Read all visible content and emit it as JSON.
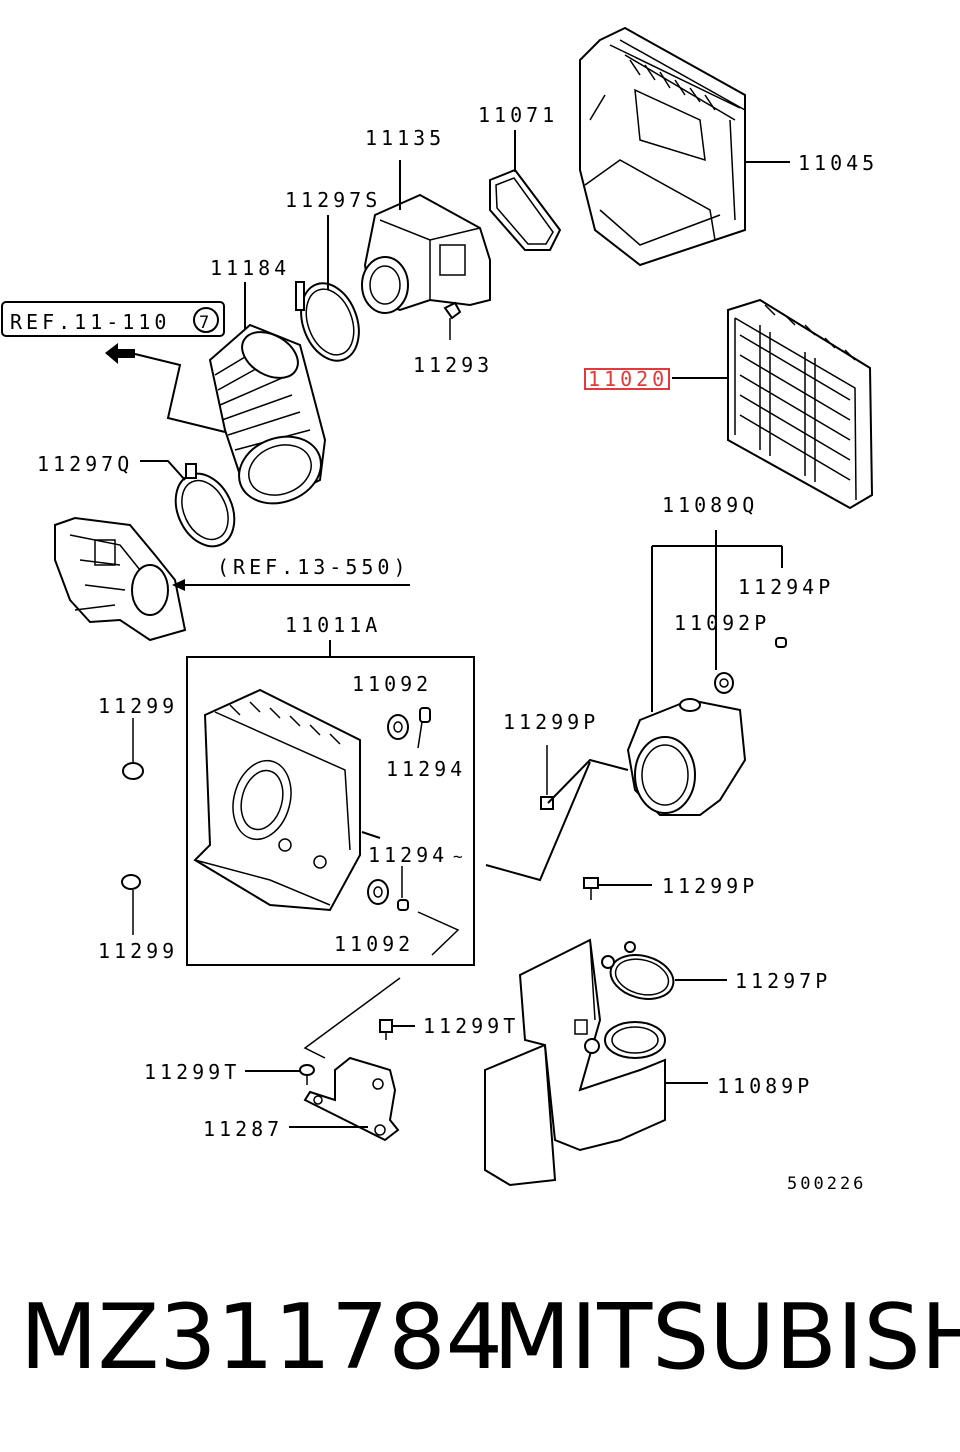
{
  "diagram": {
    "part_labels": {
      "p11135": "11135",
      "p11071": "11071",
      "p11045": "11045",
      "p11297s": "11297S",
      "p11184": "11184",
      "p11293": "11293",
      "p11020": "11020",
      "p11297q": "11297Q",
      "p11089q": "11089Q",
      "p11294p": "11294P",
      "p11092p": "11092P",
      "p11011a": "11011A",
      "p11092a": "11092",
      "p11294a": "11294",
      "p11299a": "11299",
      "p11299p_a": "11299P",
      "p11294b": "11294",
      "p11092b": "11092",
      "p11299b": "11299",
      "p11299p_b": "11299P",
      "p11297p": "11297P",
      "p11299t_a": "11299T",
      "p11299t_b": "11299T",
      "p11089p": "11089P",
      "p11287": "11287"
    },
    "references": {
      "ref1_text": "REF.11-110",
      "ref1_circle": "7",
      "ref2_text": "(REF.13-550)"
    },
    "diagram_id": "500226",
    "highlight_color": "#e23a3a"
  },
  "footer": {
    "part_number": "MZ311784",
    "brand": "MITSUBISHI"
  }
}
